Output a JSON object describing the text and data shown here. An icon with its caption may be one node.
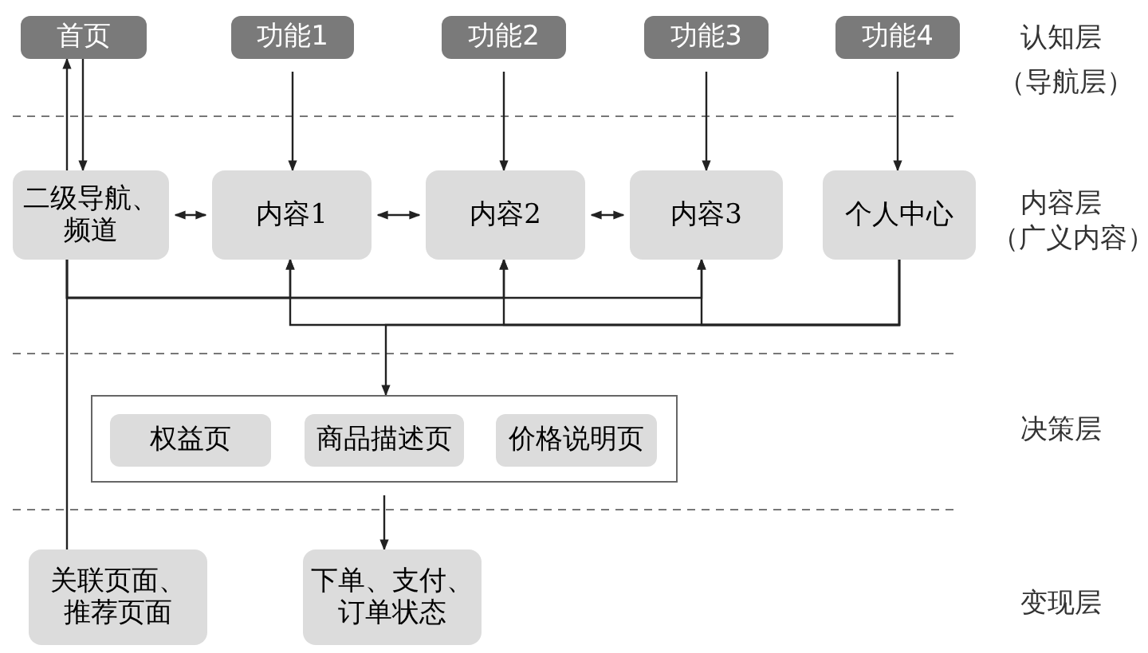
{
  "diagram": {
    "nodes": [
      {
        "text": [
          "首页"
        ]
      },
      {
        "text": [
          "功能1"
        ]
      },
      {
        "text": [
          "功能2"
        ]
      },
      {
        "text": [
          "功能3"
        ]
      },
      {
        "text": [
          "功能4"
        ]
      },
      {
        "text": [
          "二级导航、频道"
        ]
      },
      {
        "text": [
          "内容1"
        ]
      },
      {
        "text": [
          "内容2"
        ]
      },
      {
        "text": [
          "内容3"
        ]
      },
      {
        "text": [
          "个人中心"
        ]
      },
      {
        "text": [],
        "shape": "box"
      },
      {
        "text": [
          "权益页"
        ],
        "in": 10
      },
      {
        "text": [
          "商品描述页"
        ],
        "in": 10
      },
      {
        "text": [
          "价格说明页"
        ],
        "in": 10
      },
      {
        "text": [
          "关联页面、推荐页面"
        ]
      },
      {
        "text": [
          "下单、支付、订单状态"
        ]
      }
    ],
    "edges": [
      {
        "from": 0,
        "to": 5,
        "arrow": "to"
      },
      {
        "from": 5,
        "to": 0,
        "arrow": "to"
      },
      {
        "from": 14,
        "to": 5,
        "arrow": "none"
      },
      {
        "from": 5,
        "to": 6,
        "arrow": "both"
      },
      {
        "from": 6,
        "to": 7,
        "arrow": "both"
      },
      {
        "from": 7,
        "to": 8,
        "arrow": "both"
      },
      {
        "from": 1,
        "to": 6,
        "arrow": "to"
      },
      {
        "from": 2,
        "to": 7,
        "arrow": "to"
      },
      {
        "from": 3,
        "to": 8,
        "arrow": "to"
      },
      {
        "from": 4,
        "to": 9,
        "arrow": "to"
      },
      {
        "from": 5,
        "to": 6,
        "arrow": "to"
      },
      {
        "from": 5,
        "to": 7,
        "arrow": "to"
      },
      {
        "from": 5,
        "to": 8,
        "arrow": "to"
      },
      {
        "from": 9,
        "to": 6,
        "arrow": "to"
      },
      {
        "from": 9,
        "to": 7,
        "arrow": "to"
      },
      {
        "from": 9,
        "to": 8,
        "arrow": "to"
      },
      {
        "from": 9,
        "to": 10,
        "arrow": "to"
      },
      {
        "from": 10,
        "to": 15,
        "arrow": "to"
      }
    ],
    "labels": [
      "认知层",
      "（导航层）",
      "内容层",
      "（广义内容）",
      "决策层",
      "变现层"
    ]
  }
}
